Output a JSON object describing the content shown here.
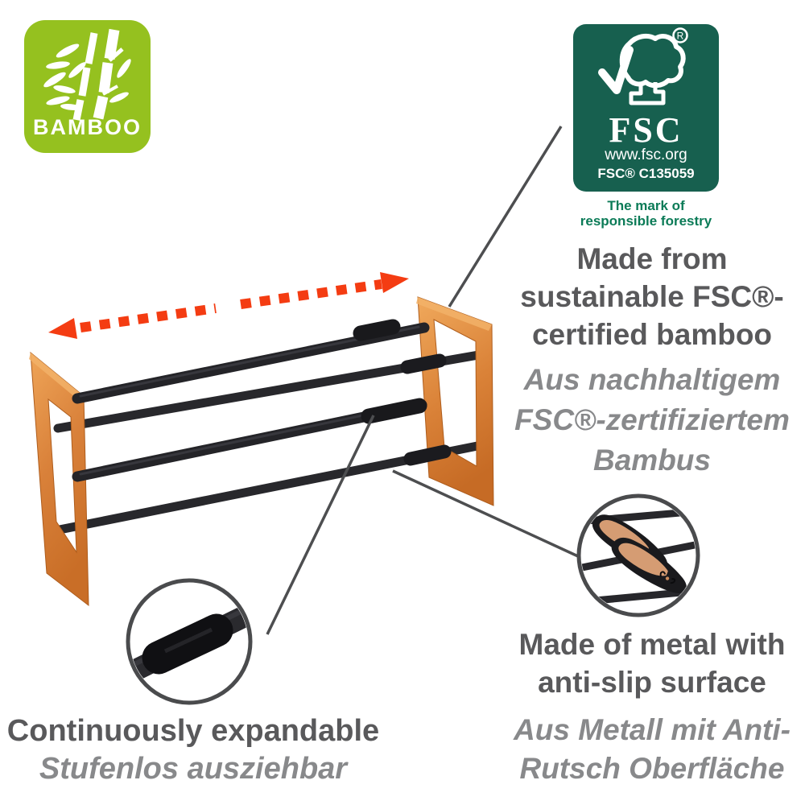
{
  "badges": {
    "bamboo": {
      "label": "BAMBOO",
      "bg_color": "#95C11F"
    },
    "fsc": {
      "acronym": "FSC",
      "website": "www.fsc.org",
      "license_code": "FSC® C135059",
      "tagline_lines": [
        "The mark of",
        "responsible forestry"
      ],
      "bg_color": "#17604F",
      "tagline_color": "#0B7B57"
    }
  },
  "callouts": {
    "bamboo_material": {
      "heading_lines": [
        "Made from",
        "sustainable FSC®-",
        "certified bamboo"
      ],
      "subheading_lines": [
        "Aus nachhaltigem",
        "FSC®-zertifiziertem",
        "Bambus"
      ]
    },
    "metal_surface": {
      "heading_lines": [
        "Made of metal with",
        "anti-slip surface"
      ],
      "subheading_lines": [
        "Aus Metall mit Anti-",
        "Rutsch Oberfläche"
      ]
    },
    "expandable": {
      "heading": "Continuously expandable",
      "subheading": "Stufenlos ausziehbar"
    }
  },
  "colors": {
    "arrow_accent": "#F43C12",
    "heading_text": "#59595B",
    "subheading_text": "#88898B",
    "wood_light": "#EFA558",
    "wood_dark": "#C96E27",
    "metal_bar": "#242428",
    "callout_line": "#4D4E50",
    "fsc_green": "#17604F",
    "bamboo_green": "#95C11F"
  }
}
